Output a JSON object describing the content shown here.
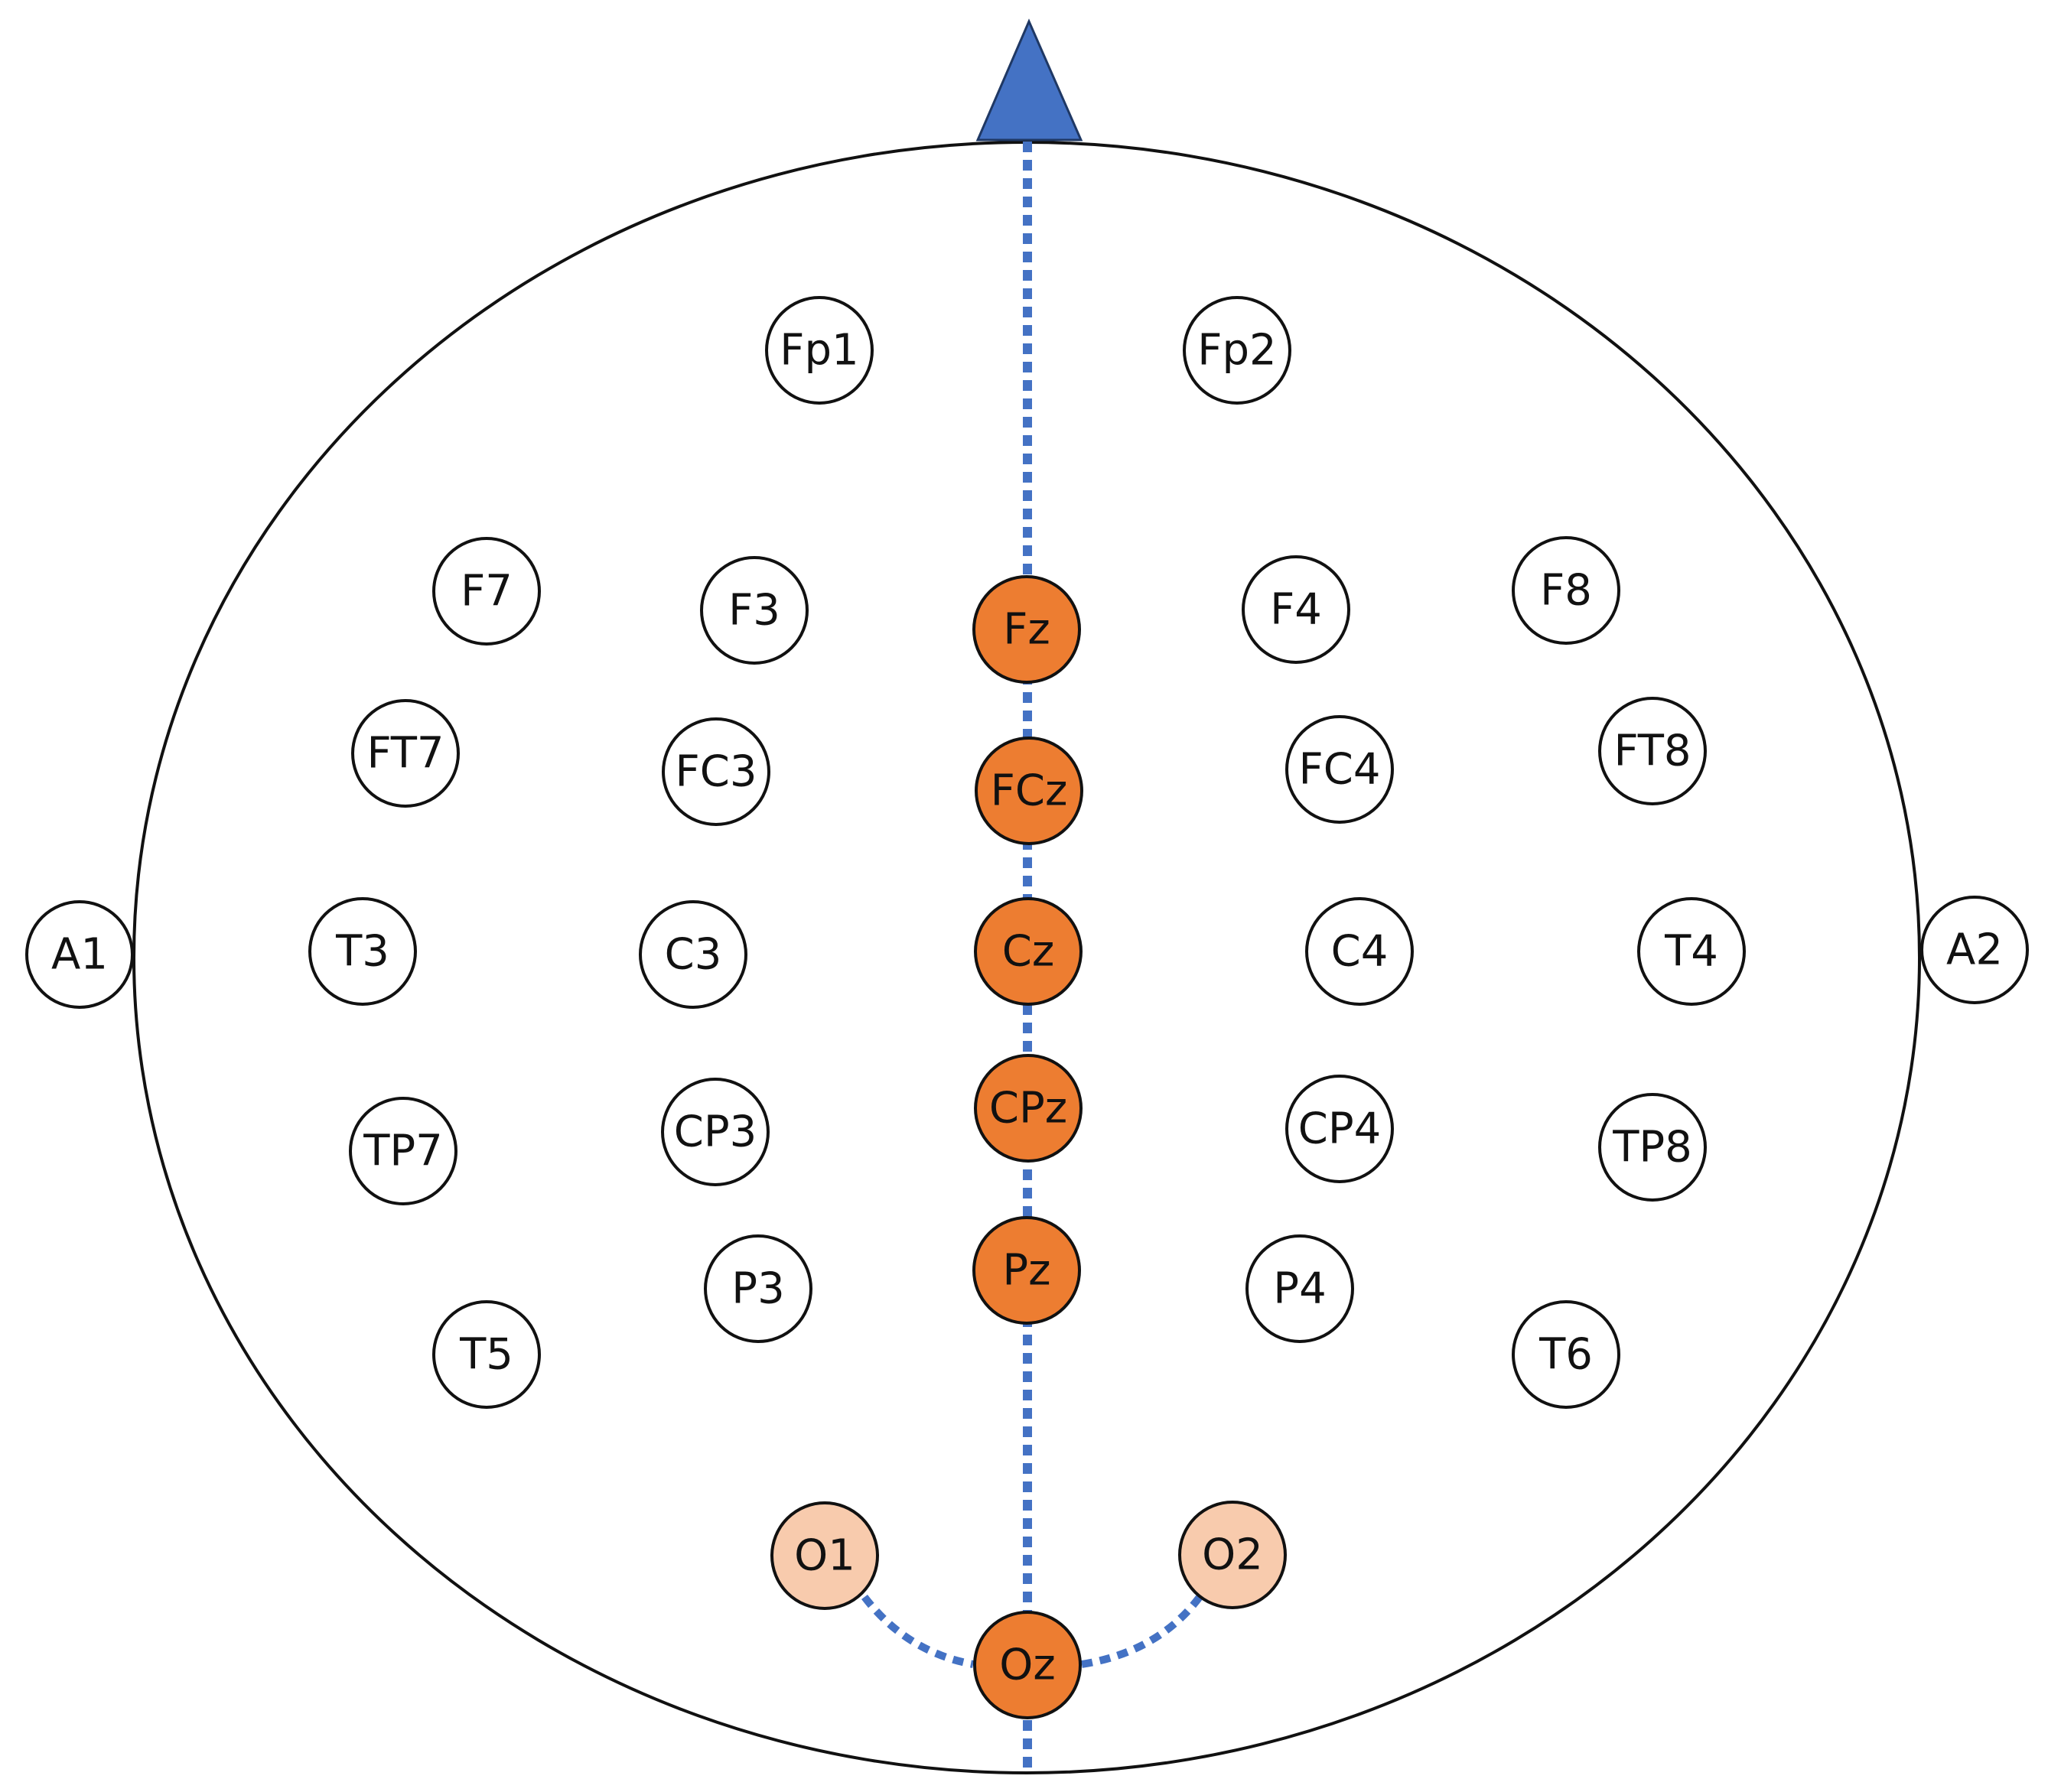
{
  "colors": {
    "outline": "#111111",
    "nose": "#4472C4",
    "midline": "#4472C4",
    "electrode_default": "#FFFFFF",
    "electrode_highlight": "#ED7D31",
    "electrode_light": "#F8CBAD"
  },
  "electrodes": [
    {
      "id": "Fp1",
      "label": "Fp1",
      "style": "default"
    },
    {
      "id": "Fp2",
      "label": "Fp2",
      "style": "default"
    },
    {
      "id": "F7",
      "label": "F7",
      "style": "default"
    },
    {
      "id": "F3",
      "label": "F3",
      "style": "default"
    },
    {
      "id": "Fz",
      "label": "Fz",
      "style": "highlight"
    },
    {
      "id": "F4",
      "label": "F4",
      "style": "default"
    },
    {
      "id": "F8",
      "label": "F8",
      "style": "default"
    },
    {
      "id": "FT7",
      "label": "FT7",
      "style": "default"
    },
    {
      "id": "FC3",
      "label": "FC3",
      "style": "default"
    },
    {
      "id": "FCz",
      "label": "FCz",
      "style": "highlight"
    },
    {
      "id": "FC4",
      "label": "FC4",
      "style": "default"
    },
    {
      "id": "FT8",
      "label": "FT8",
      "style": "default"
    },
    {
      "id": "A1",
      "label": "A1",
      "style": "default"
    },
    {
      "id": "T3",
      "label": "T3",
      "style": "default"
    },
    {
      "id": "C3",
      "label": "C3",
      "style": "default"
    },
    {
      "id": "Cz",
      "label": "Cz",
      "style": "highlight"
    },
    {
      "id": "C4",
      "label": "C4",
      "style": "default"
    },
    {
      "id": "T4",
      "label": "T4",
      "style": "default"
    },
    {
      "id": "A2",
      "label": "A2",
      "style": "default"
    },
    {
      "id": "TP7",
      "label": "TP7",
      "style": "default"
    },
    {
      "id": "CP3",
      "label": "CP3",
      "style": "default"
    },
    {
      "id": "CPz",
      "label": "CPz",
      "style": "highlight"
    },
    {
      "id": "CP4",
      "label": "CP4",
      "style": "default"
    },
    {
      "id": "TP8",
      "label": "TP8",
      "style": "default"
    },
    {
      "id": "T5",
      "label": "T5",
      "style": "default"
    },
    {
      "id": "P3",
      "label": "P3",
      "style": "default"
    },
    {
      "id": "Pz",
      "label": "Pz",
      "style": "highlight"
    },
    {
      "id": "P4",
      "label": "P4",
      "style": "default"
    },
    {
      "id": "T6",
      "label": "T6",
      "style": "default"
    },
    {
      "id": "O1",
      "label": "O1",
      "style": "light"
    },
    {
      "id": "Oz",
      "label": "Oz",
      "style": "highlight"
    },
    {
      "id": "O2",
      "label": "O2",
      "style": "light"
    }
  ]
}
